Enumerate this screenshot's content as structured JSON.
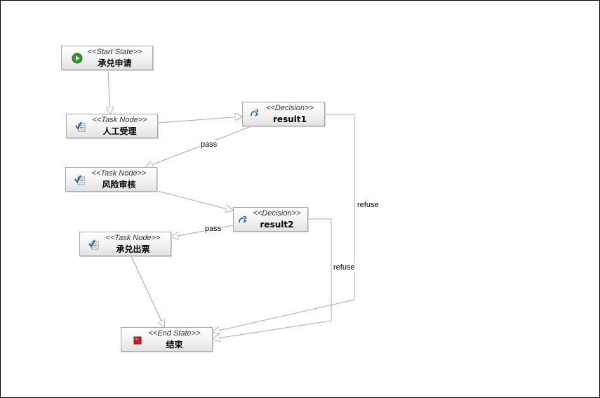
{
  "nodes": {
    "start": {
      "stereotype": "<<Start State>>",
      "label": "承兑申请",
      "icon": "play-icon"
    },
    "task1": {
      "stereotype": "<<Task Node>>",
      "label": "人工受理",
      "icon": "task-icon"
    },
    "task2": {
      "stereotype": "<<Task Node>>",
      "label": "风险审核",
      "icon": "task-icon"
    },
    "task3": {
      "stereotype": "<<Task Node>>",
      "label": "承兑出票",
      "icon": "task-icon"
    },
    "decision1": {
      "stereotype": "<<Decision>>",
      "label": "result1",
      "icon": "decision-icon"
    },
    "decision2": {
      "stereotype": "<<Decision>>",
      "label": "result2",
      "icon": "decision-icon"
    },
    "end": {
      "stereotype": "<<End State>>",
      "label": "结束",
      "icon": "stop-icon"
    }
  },
  "edge_labels": {
    "d1_pass": "pass",
    "d2_pass": "pass",
    "d1_refuse": "refuse",
    "d2_refuse": "refuse"
  },
  "colors": {
    "edge": "#a8a8a8",
    "start_icon": "#2e9a2e",
    "end_icon": "#cc1f1f",
    "task_icon": "#1a5ea8"
  }
}
